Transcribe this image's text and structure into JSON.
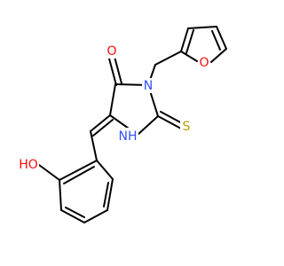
{
  "molecule": {
    "colors": {
      "carbon": "#000000",
      "oxygen": "#ff0d0d",
      "nitrogen": "#3050f8",
      "sulfur": "#b8a000",
      "background": "#ffffff"
    },
    "atoms": {
      "carbonyl_oxygen": {
        "symbol": "O",
        "element": "oxygen"
      },
      "ring_nitrogen": {
        "symbol": "N",
        "element": "nitrogen"
      },
      "thione_sulfur": {
        "symbol": "S",
        "element": "sulfur"
      },
      "amine_nh": {
        "symbol": "NH",
        "element": "nitrogen"
      },
      "furan_oxygen": {
        "symbol": "O",
        "element": "oxygen"
      },
      "hydroxyl": {
        "symbol": "HO",
        "element": "oxygen"
      }
    }
  }
}
